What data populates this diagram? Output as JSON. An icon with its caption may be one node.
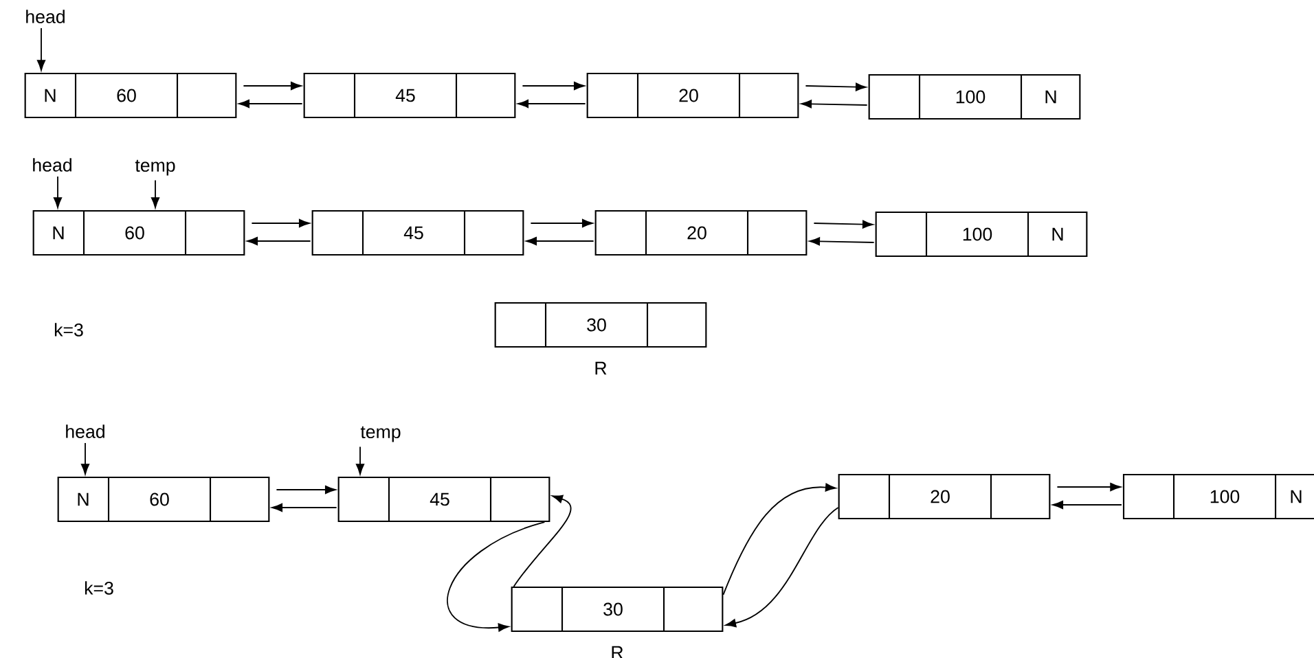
{
  "diagram": {
    "nodes": [
      {
        "text": [
          "head"
        ]
      },
      {
        "text": [
          "N",
          "60"
        ]
      },
      {
        "text": [
          "45"
        ]
      },
      {
        "text": [
          "20"
        ]
      },
      {
        "text": [
          "100",
          "N"
        ]
      },
      {
        "text": [
          "head"
        ]
      },
      {
        "text": [
          "temp"
        ]
      },
      {
        "text": [
          "N",
          "60"
        ]
      },
      {
        "text": [
          "45"
        ]
      },
      {
        "text": [
          "20"
        ]
      },
      {
        "text": [
          "100",
          "N"
        ]
      },
      {
        "text": [
          "30"
        ],
        "beside": [
          "R"
        ]
      },
      {
        "text": [
          "head"
        ]
      },
      {
        "text": [
          "temp"
        ]
      },
      {
        "text": [
          "N",
          "60"
        ]
      },
      {
        "text": [
          "45"
        ]
      },
      {
        "text": [
          "20"
        ]
      },
      {
        "text": [
          "100",
          "N"
        ]
      },
      {
        "text": [
          "30"
        ],
        "beside": [
          "R"
        ]
      }
    ],
    "edges": [
      {
        "from": 0,
        "to": 1,
        "arrow": "to"
      },
      {
        "from": 1,
        "to": 2,
        "arrow": "to"
      },
      {
        "from": 2,
        "to": 1,
        "arrow": "to"
      },
      {
        "from": 2,
        "to": 3,
        "arrow": "to"
      },
      {
        "from": 3,
        "to": 2,
        "arrow": "to"
      },
      {
        "from": 3,
        "to": 4,
        "arrow": "to"
      },
      {
        "from": 4,
        "to": 3,
        "arrow": "to"
      },
      {
        "from": 5,
        "to": 7,
        "arrow": "to"
      },
      {
        "from": 6,
        "to": 7,
        "arrow": "to"
      },
      {
        "from": 7,
        "to": 8,
        "arrow": "to"
      },
      {
        "from": 8,
        "to": 7,
        "arrow": "to"
      },
      {
        "from": 8,
        "to": 9,
        "arrow": "to"
      },
      {
        "from": 9,
        "to": 8,
        "arrow": "to"
      },
      {
        "from": 9,
        "to": 10,
        "arrow": "to"
      },
      {
        "from": 10,
        "to": 9,
        "arrow": "to"
      },
      {
        "from": 12,
        "to": 14,
        "arrow": "to"
      },
      {
        "from": 13,
        "to": 15,
        "arrow": "to"
      },
      {
        "from": 14,
        "to": 15,
        "arrow": "to"
      },
      {
        "from": 15,
        "to": 14,
        "arrow": "to"
      },
      {
        "from": 15,
        "to": 18,
        "arrow": "to"
      },
      {
        "from": 18,
        "to": 15,
        "arrow": "to"
      },
      {
        "from": 18,
        "to": 16,
        "arrow": "to"
      },
      {
        "from": 16,
        "to": 18,
        "arrow": "to"
      },
      {
        "from": 16,
        "to": 17,
        "arrow": "to"
      },
      {
        "from": 17,
        "to": 16,
        "arrow": "to"
      }
    ],
    "labels": [
      "k=3",
      "k=3"
    ]
  }
}
